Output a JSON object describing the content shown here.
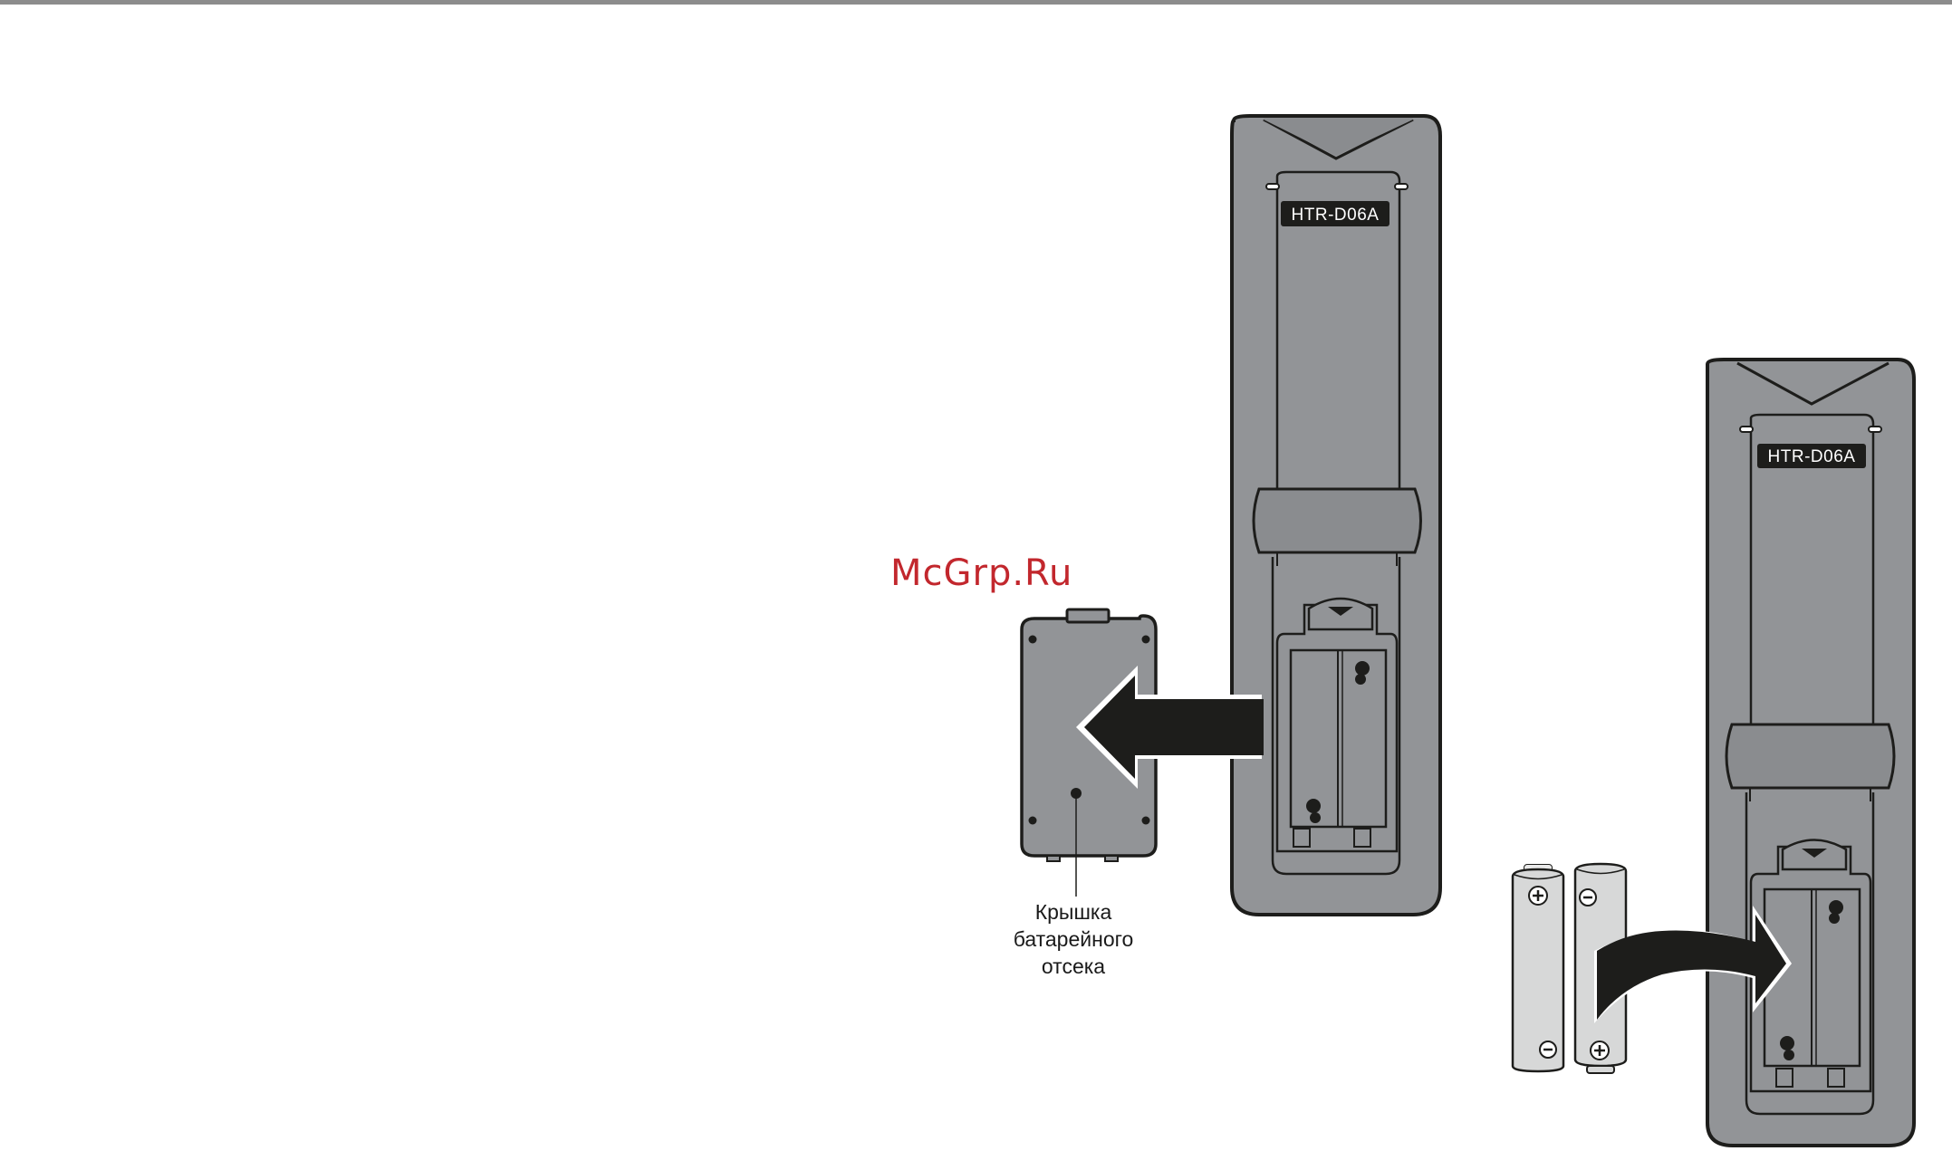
{
  "watermark": "McGrp.Ru",
  "remote_model_label": "HTR-D06A",
  "cover_caption": {
    "line1": "Крышка",
    "line2": "батарейного",
    "line3": "отсека"
  },
  "colors": {
    "remote_body": "#929497",
    "remote_dark": "#8a8c8f",
    "outline": "#1d1d1b",
    "arrow": "#1d1d1b",
    "battery": "#d7d8d8",
    "watermark": "#c2272d"
  },
  "icons": [
    "left-arrow-icon",
    "curved-arrow-icon",
    "battery-plus-icon",
    "battery-minus-icon",
    "spring-icon"
  ]
}
